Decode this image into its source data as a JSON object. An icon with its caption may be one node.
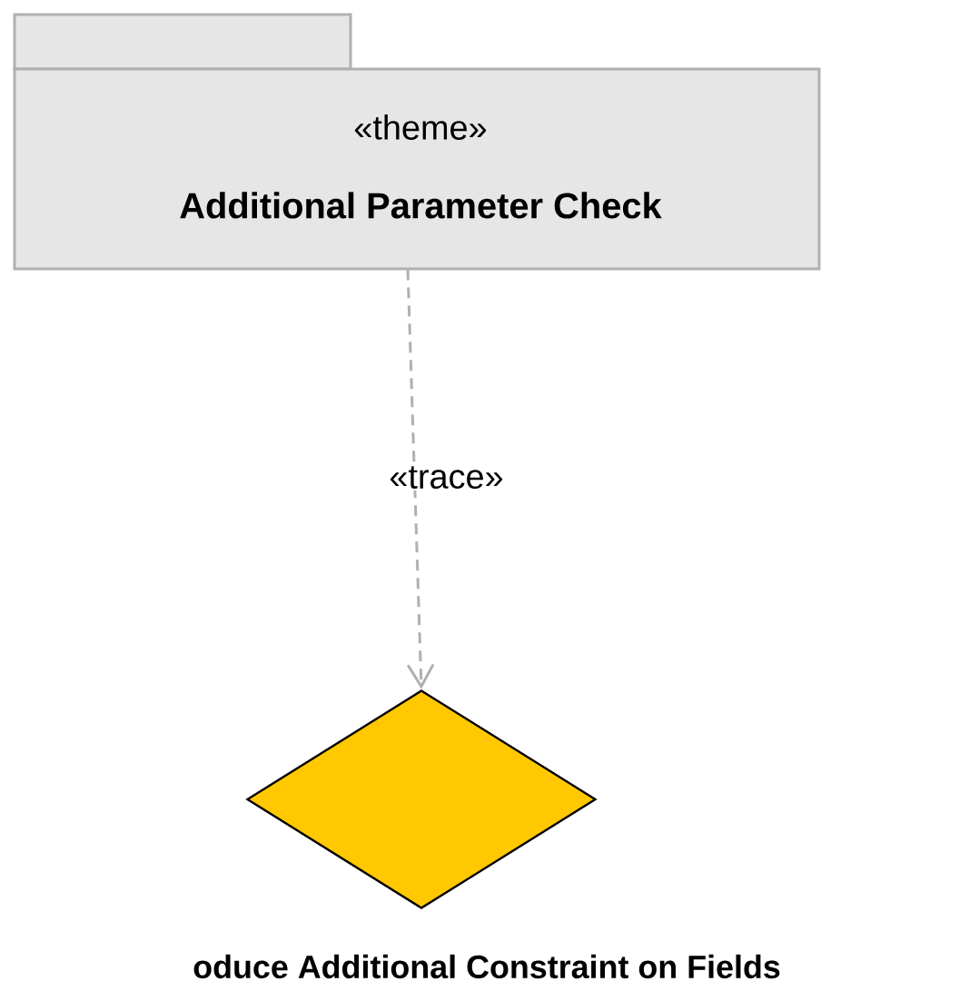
{
  "diagram": {
    "nodes": [
      {
        "text": [
          "«theme»",
          "Additional Parameter Check"
        ]
      },
      {
        "text": [
          "oduce Additional Constraint on Fields"
        ]
      }
    ],
    "edges": [
      {
        "from": 0,
        "to": 1,
        "arrow": "to",
        "style": "dashed",
        "label": "«trace»"
      }
    ]
  }
}
